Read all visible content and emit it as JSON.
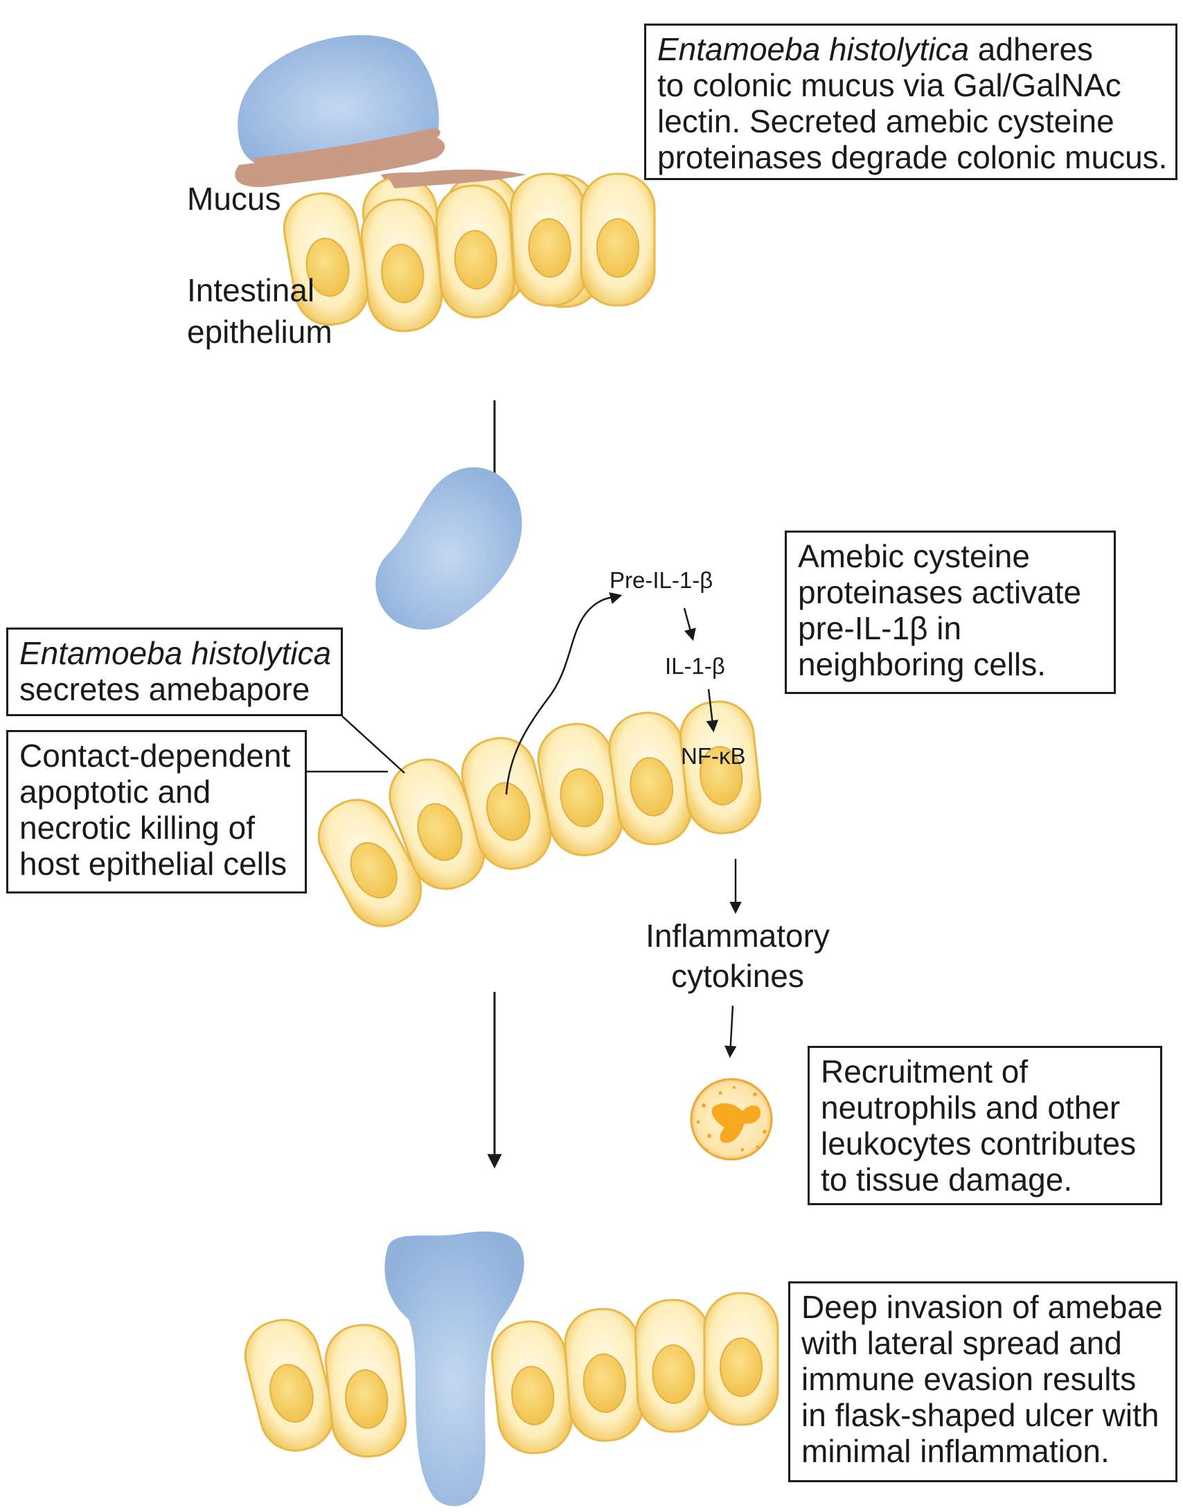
{
  "stage1": {
    "label_mucus": "Mucus",
    "label_epithelium_line1": "Intestinal",
    "label_epithelium_line2": "epithelium",
    "box": {
      "line1_italic": "Entamoeba histolytica",
      "line1_rest": " adheres",
      "line2": "to colonic mucus via Gal/GalNAc",
      "line3": "lectin.  Secreted amebic cysteine",
      "line4": "proteinases degrade colonic mucus."
    }
  },
  "stage2": {
    "box_amebapore": {
      "line1_italic": "Entamoeba histolytica",
      "line2": "secretes amebapore"
    },
    "box_killing": {
      "line1": "Contact-dependent",
      "line2": "apoptotic and",
      "line3": "necrotic killing of",
      "line4": "host epithelial cells"
    },
    "pathway": {
      "pre_il1b": "Pre-IL-1-β",
      "il1b": "IL-1-β",
      "nfkb": "NF-κB"
    },
    "box_proteinases": {
      "line1": "Amebic cysteine",
      "line2": "proteinases activate",
      "line3": "pre-IL-1β in",
      "line4": "neighboring cells."
    },
    "cytokines_line1": "Inflammatory",
    "cytokines_line2": "cytokines",
    "box_recruitment": {
      "line1": "Recruitment of",
      "line2": "neutrophils and other",
      "line3": "leukocytes contributes",
      "line4": "to tissue damage."
    }
  },
  "stage3": {
    "box_invasion": {
      "line1": "Deep invasion of amebae",
      "line2": "with lateral spread and",
      "line3": "immune evasion results",
      "line4": "in flask-shaped ulcer with",
      "line5": "minimal inflammation."
    }
  },
  "colors": {
    "ameba": "#a9c4e6",
    "cell": "#fdf0c4",
    "nucleus": "#f5cf6a",
    "mucus": "#c99a84",
    "neutrophil": "#f7b64b"
  }
}
